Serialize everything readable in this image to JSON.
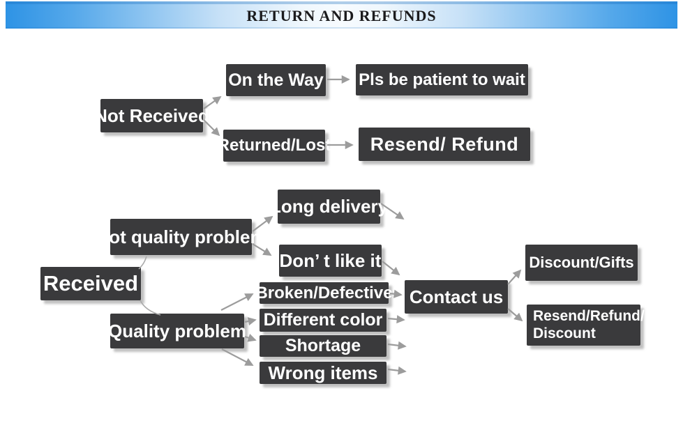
{
  "banner": {
    "title": "RETURN AND REFUNDS"
  },
  "colors": {
    "banner_blue": "#2E93E5",
    "box_background": "#3a3a3c",
    "box_text": "#ffffff",
    "arrow_gray": "#9c9c9c"
  },
  "nodes": {
    "not_received": {
      "label": "Not Received"
    },
    "on_the_way": {
      "label": "On the Way"
    },
    "pls_wait": {
      "label": "Pls be patient to wait"
    },
    "returned_lost": {
      "label": "Returned/Lost"
    },
    "resend_refund": {
      "label": "Resend/ Refund"
    },
    "received": {
      "label": "Received"
    },
    "not_quality": {
      "label": "Not quality problem"
    },
    "long_delivery": {
      "label": "Long delivery"
    },
    "dont_like": {
      "label": "Don’ t like it"
    },
    "quality_problem": {
      "label": "Quality problem"
    },
    "broken": {
      "label": "Broken/Defective"
    },
    "different_color": {
      "label": "Different color"
    },
    "shortage": {
      "label": "Shortage"
    },
    "wrong_items": {
      "label": "Wrong items"
    },
    "contact_us": {
      "label": "Contact us"
    },
    "discount_gifts": {
      "label": "Discount/Gifts"
    },
    "resend_refund_discount": {
      "label": "Resend/Refund/\nDiscount"
    }
  },
  "edges": [
    {
      "from": "not-received",
      "to": "on-the-way"
    },
    {
      "from": "not-received",
      "to": "returned-lost"
    },
    {
      "from": "on-the-way",
      "to": "pls-be-patient-to-wait"
    },
    {
      "from": "returned-lost",
      "to": "resend-refund"
    },
    {
      "from": "received",
      "to": "not-quality-problem"
    },
    {
      "from": "received",
      "to": "quality-problem"
    },
    {
      "from": "not-quality-problem",
      "to": "long-delivery"
    },
    {
      "from": "not-quality-problem",
      "to": "dont-like-it"
    },
    {
      "from": "long-delivery",
      "to": "contact-us"
    },
    {
      "from": "dont-like-it",
      "to": "contact-us"
    },
    {
      "from": "quality-problem",
      "to": "broken-defective"
    },
    {
      "from": "quality-problem",
      "to": "different-color"
    },
    {
      "from": "quality-problem",
      "to": "shortage"
    },
    {
      "from": "quality-problem",
      "to": "wrong-items"
    },
    {
      "from": "broken-defective",
      "to": "contact-us"
    },
    {
      "from": "different-color",
      "to": "contact-us"
    },
    {
      "from": "shortage",
      "to": "contact-us"
    },
    {
      "from": "wrong-items",
      "to": "contact-us"
    },
    {
      "from": "contact-us",
      "to": "discount-gifts"
    },
    {
      "from": "contact-us",
      "to": "resend-refund-discount"
    }
  ]
}
